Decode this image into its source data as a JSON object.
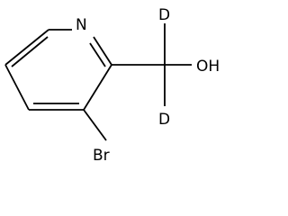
{
  "molecule": {
    "atoms": {
      "ring_nitrogen": "N",
      "bromine": "Br",
      "deuterium_top": "D",
      "deuterium_bottom": "D",
      "hydroxyl": "OH"
    }
  },
  "colors": {
    "bond": "#000000",
    "label": "#000000",
    "background": "#ffffff"
  }
}
